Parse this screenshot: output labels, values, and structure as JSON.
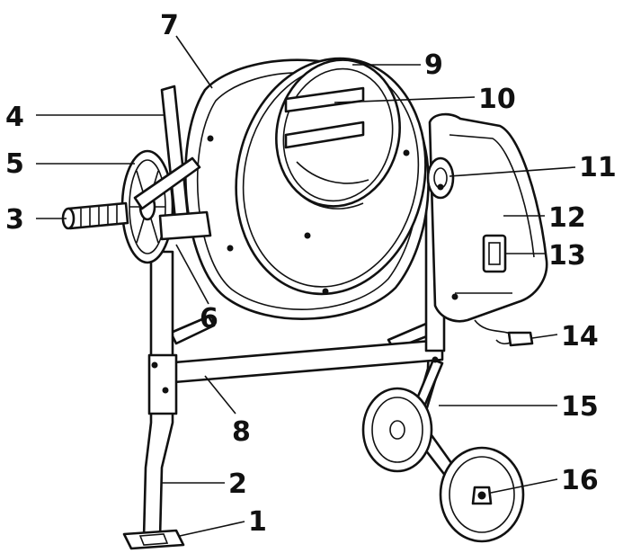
{
  "figure": {
    "subject": "portable-cement-mixer",
    "ink_color": "#111111",
    "background_color": "#ffffff"
  },
  "callouts": [
    {
      "id": "1",
      "label": "1"
    },
    {
      "id": "2",
      "label": "2"
    },
    {
      "id": "3",
      "label": "3"
    },
    {
      "id": "4",
      "label": "4"
    },
    {
      "id": "5",
      "label": "5"
    },
    {
      "id": "6",
      "label": "6"
    },
    {
      "id": "7",
      "label": "7"
    },
    {
      "id": "8",
      "label": "8"
    },
    {
      "id": "9",
      "label": "9"
    },
    {
      "id": "10",
      "label": "10"
    },
    {
      "id": "11",
      "label": "11"
    },
    {
      "id": "12",
      "label": "12"
    },
    {
      "id": "13",
      "label": "13"
    },
    {
      "id": "14",
      "label": "14"
    },
    {
      "id": "15",
      "label": "15"
    },
    {
      "id": "16",
      "label": "16"
    }
  ]
}
